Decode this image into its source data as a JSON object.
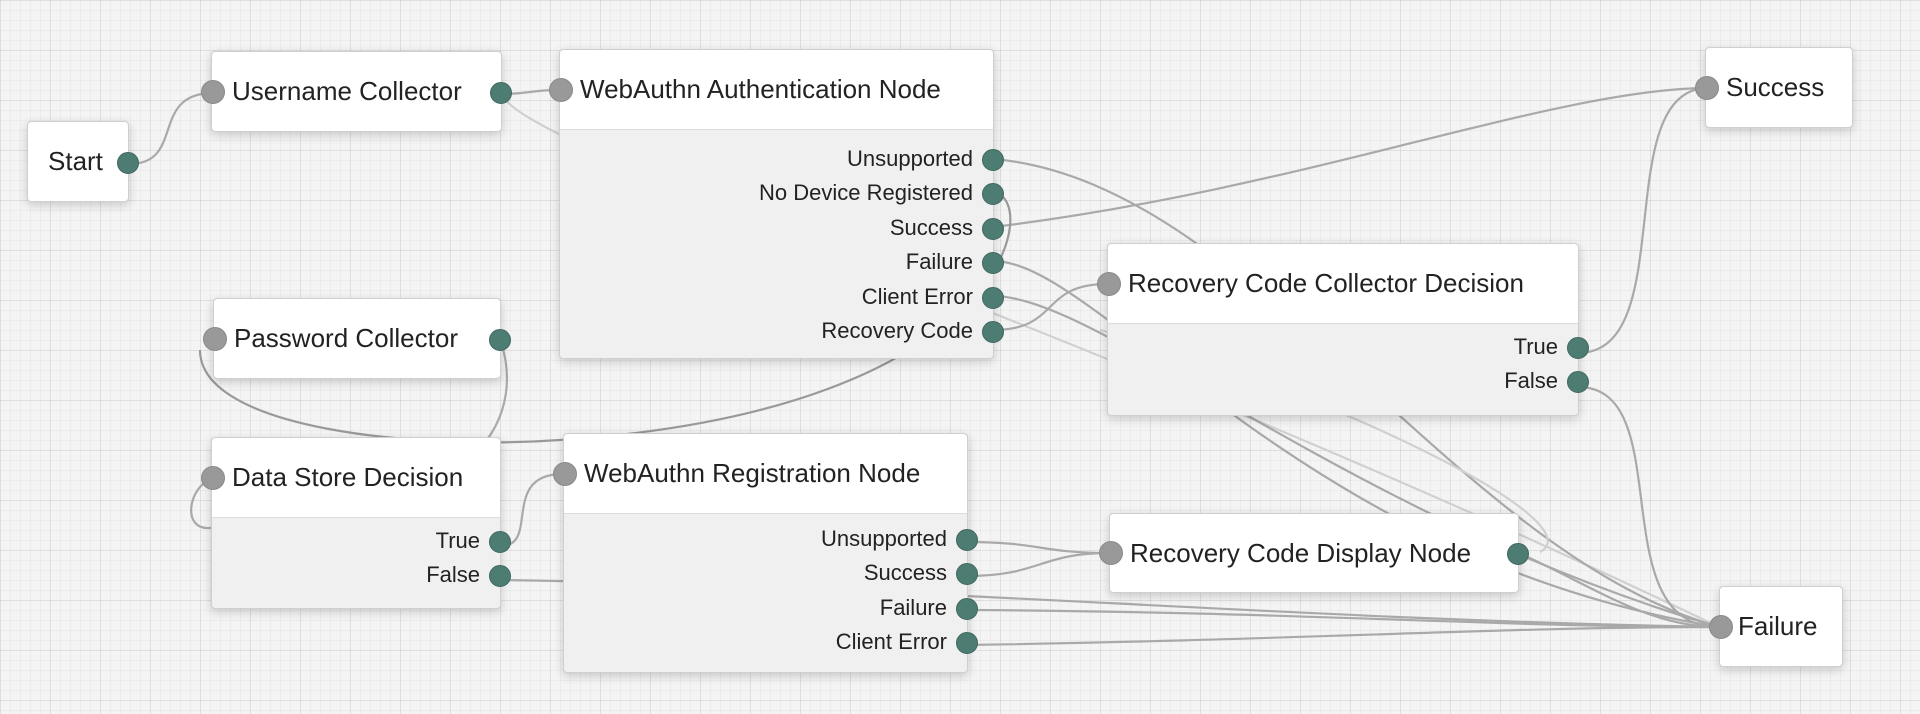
{
  "nodes": {
    "start": {
      "title": "Start"
    },
    "username": {
      "title": "Username Collector"
    },
    "webauthn_auth": {
      "title": "WebAuthn Authentication Node",
      "outcomes": [
        "Unsupported",
        "No Device Registered",
        "Success",
        "Failure",
        "Client Error",
        "Recovery Code"
      ]
    },
    "password": {
      "title": "Password Collector"
    },
    "datastore": {
      "title": "Data Store Decision",
      "outcomes": [
        "True",
        "False"
      ]
    },
    "webauthn_reg": {
      "title": "WebAuthn Registration Node",
      "outcomes": [
        "Unsupported",
        "Success",
        "Failure",
        "Client Error"
      ]
    },
    "recovery_collector": {
      "title": "Recovery Code Collector Decision",
      "outcomes": [
        "True",
        "False"
      ]
    },
    "recovery_display": {
      "title": "Recovery Code Display Node"
    },
    "success": {
      "title": "Success"
    },
    "failure": {
      "title": "Failure"
    }
  },
  "colors": {
    "in_port": "#999999",
    "out_port": "#4d7c73",
    "wire": "#a9a9a9",
    "canvas": "#f4f4f4"
  }
}
